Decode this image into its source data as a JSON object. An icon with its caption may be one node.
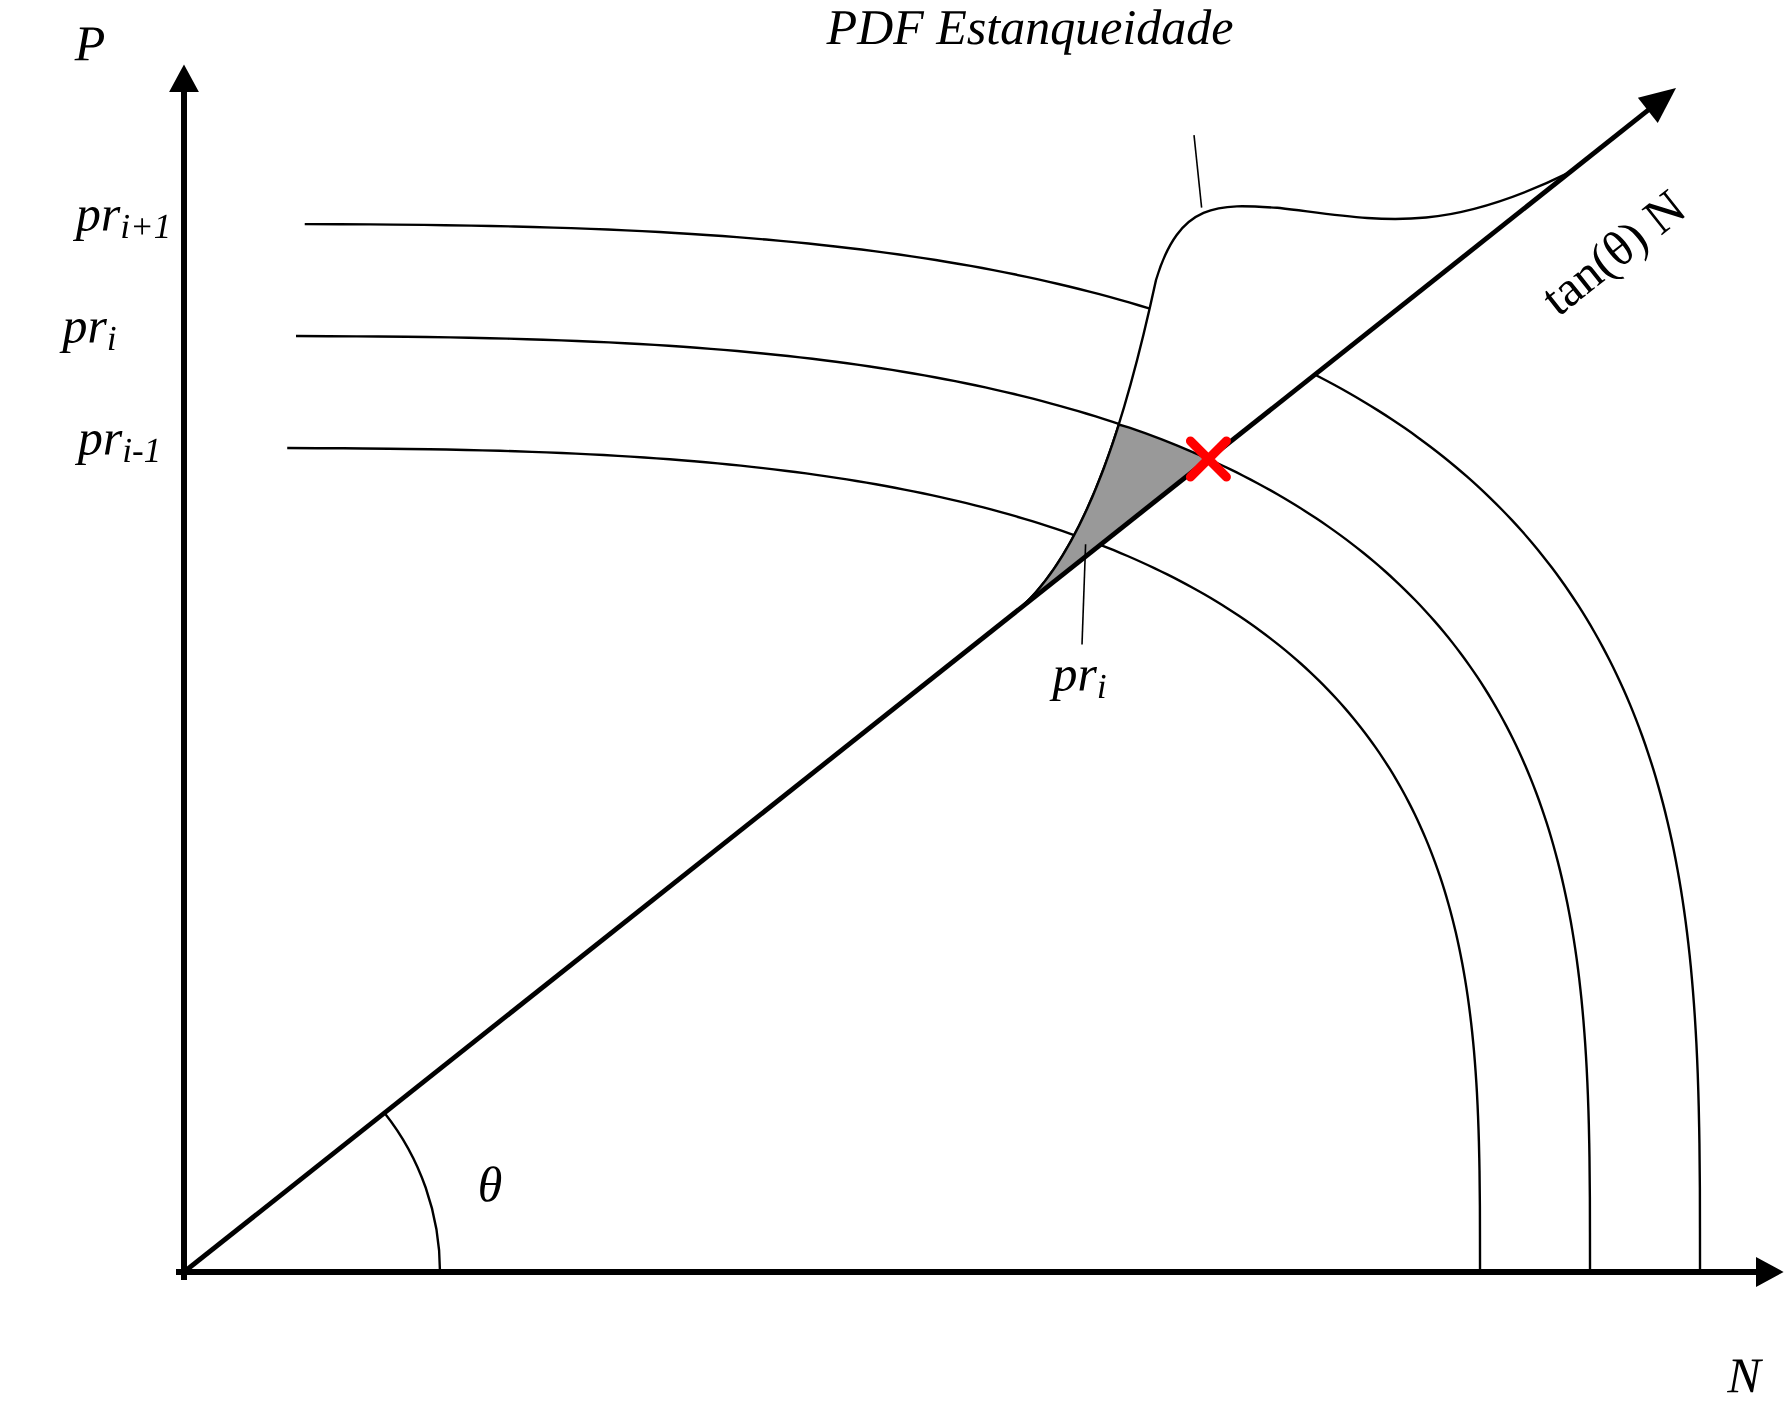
{
  "diagram": {
    "nodes": [
      {
        "text": [
          "PDF Estanqueidade"
        ]
      },
      {
        "text": [
          "pr$_{i}$"
        ]
      },
      {
        "text": [],
        "shape": "curve"
      },
      {
        "text": [],
        "shape": "area",
        "in": 2
      }
    ],
    "edges": [
      {
        "from": 0,
        "to": 2,
        "arrow": "none"
      },
      {
        "from": 1,
        "to": 3,
        "arrow": "none"
      }
    ],
    "labels": [
      "P",
      "pr$_{i+1}$",
      "pr$_{i}$",
      "pr$_{i-1}$",
      "tan(θ) N",
      "θ",
      "N"
    ]
  }
}
